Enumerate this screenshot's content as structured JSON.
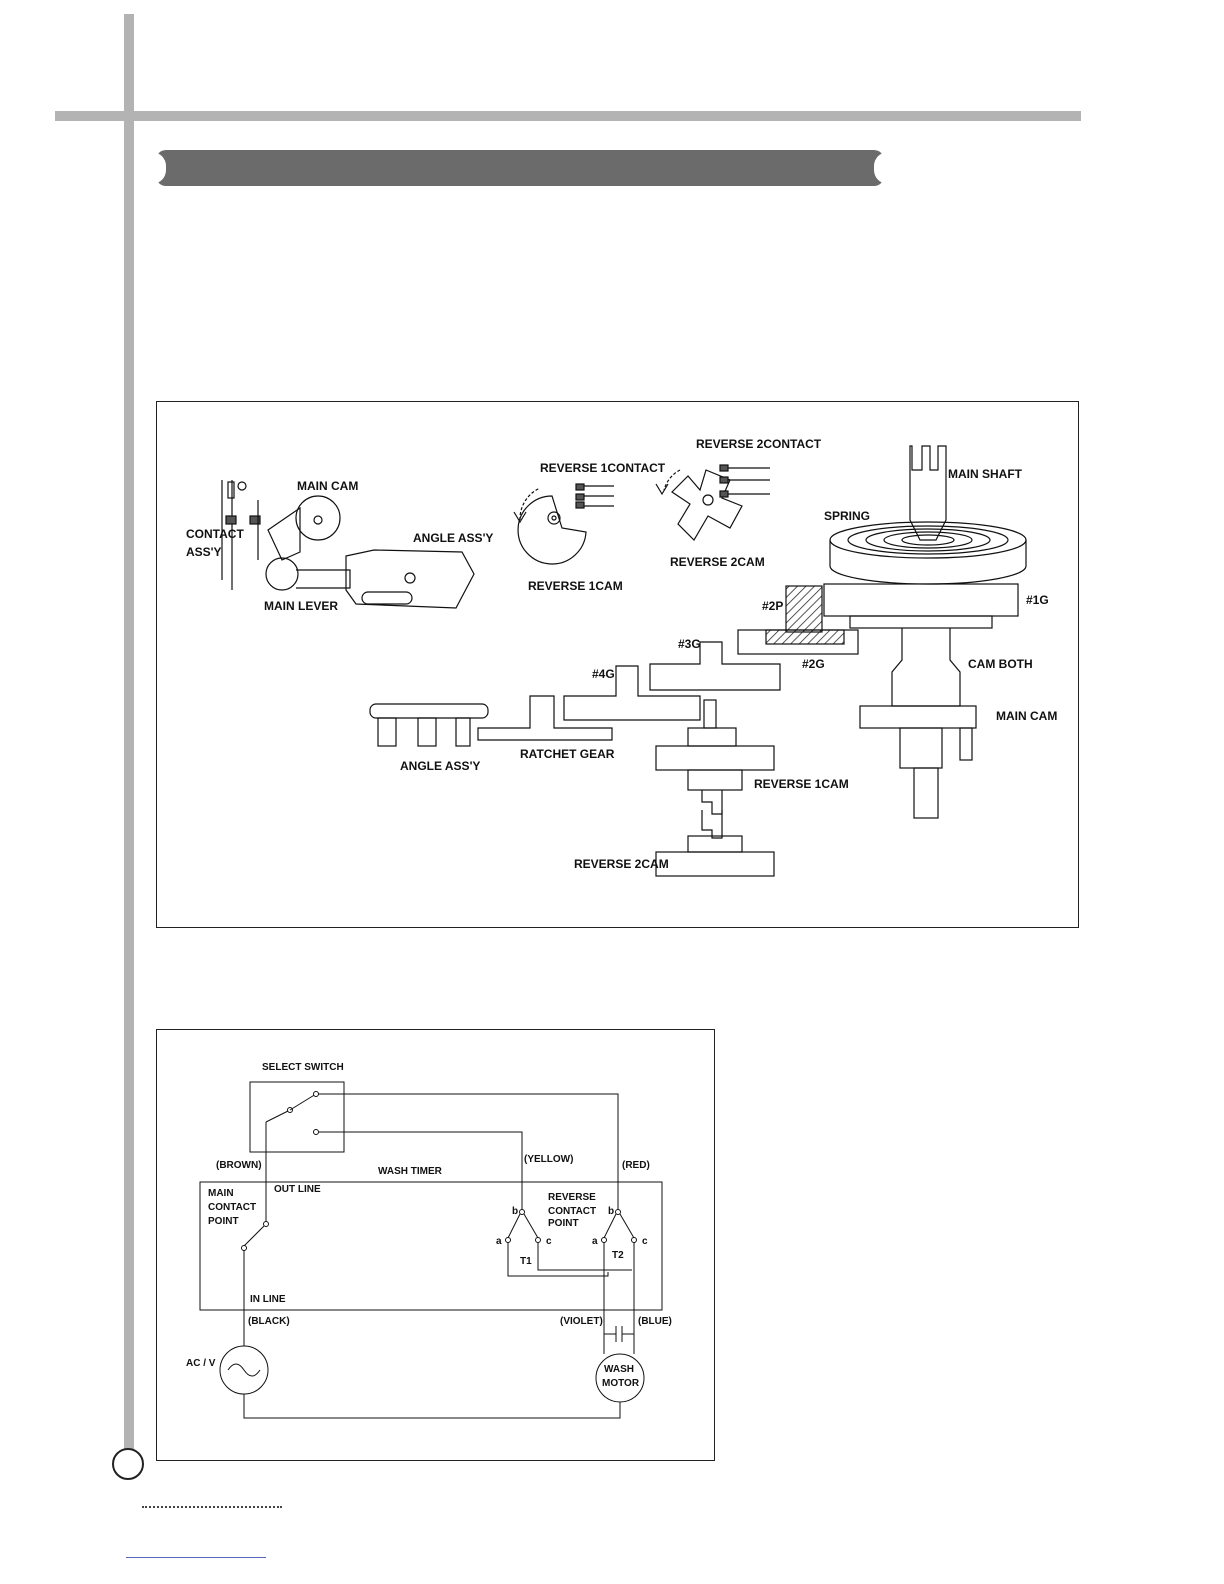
{
  "mech": {
    "contact_assy_1": "CONTACT",
    "contact_assy_2": "ASS'Y",
    "main_cam": "MAIN CAM",
    "angle_assy": "ANGLE ASS'Y",
    "main_lever": "MAIN LEVER",
    "reverse1_contact": "REVERSE 1CONTACT",
    "reverse1_cam": "REVERSE 1CAM",
    "reverse2_contact": "REVERSE 2CONTACT",
    "reverse2_cam": "REVERSE 2CAM",
    "main_shaft": "MAIN SHAFT",
    "spring": "SPRING",
    "g1": "#1G",
    "p2": "#2P",
    "g2": "#2G",
    "g3": "#3G",
    "g4": "#4G",
    "cam_both": "CAM BOTH",
    "main_cam_side": "MAIN CAM",
    "angle_assy_side": "ANGLE ASS'Y",
    "ratchet_gear": "RATCHET GEAR",
    "reverse1_cam_side": "REVERSE 1CAM",
    "reverse2_cam_side": "REVERSE 2CAM"
  },
  "circuit": {
    "select_switch": "SELECT SWITCH",
    "brown": "(BROWN)",
    "yellow": "(YELLOW)",
    "red": "(RED)",
    "wash_timer": "WASH TIMER",
    "main_contact_1": "MAIN",
    "main_contact_2": "CONTACT",
    "main_contact_3": "POINT",
    "out_line": "OUT LINE",
    "reverse_contact_1": "REVERSE",
    "reverse_contact_2": "CONTACT",
    "reverse_contact_3": "POINT",
    "b1": "b",
    "a1": "a",
    "c1": "c",
    "t1": "T1",
    "b2": "b",
    "a2": "a",
    "c2": "c",
    "t2": "T2",
    "in_line": "IN LINE",
    "black": "(BLACK)",
    "violet": "(VIOLET)",
    "blue": "(BLUE)",
    "acv": "AC / V",
    "wash_motor_1": "WASH",
    "wash_motor_2": "MOTOR"
  }
}
